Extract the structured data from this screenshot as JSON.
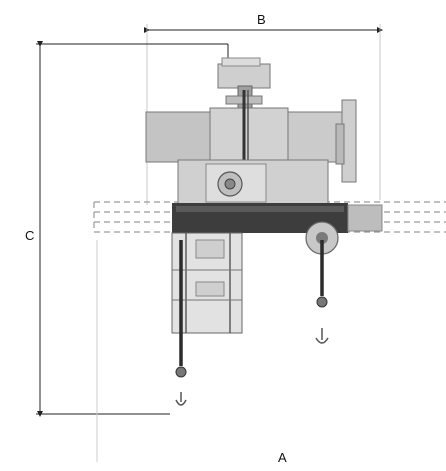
{
  "dimensions": {
    "a_label": "A",
    "b_label": "B",
    "c_label": "C"
  },
  "colors": {
    "machine_body": "#c9c9c9",
    "machine_dark": "#8c8c8c",
    "rail_dark": "#3d3d3d",
    "dimension_line": "#222222",
    "dashed_outline": "#9a9a9a"
  }
}
